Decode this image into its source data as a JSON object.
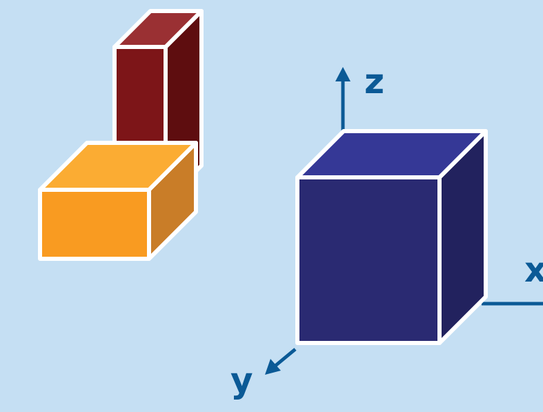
{
  "colors": {
    "background": "#c5dff3",
    "outline": "#ffffff",
    "axis": "#0b5a96",
    "red_box_front": "#7d1518",
    "red_box_top": "#9a3033",
    "red_box_side": "#5e0d0f",
    "orange_box_front": "#f99b21",
    "orange_box_top": "#fbac33",
    "orange_box_side": "#c97d28",
    "blue_cube_front": "#2a2a72",
    "blue_cube_top": "#353896",
    "blue_cube_side": "#22225e"
  },
  "axes": {
    "z_label": "z",
    "x_label": "x",
    "y_label": "y"
  },
  "icons": {
    "z_arrow": "arrow-up-icon",
    "y_arrow": "arrow-down-left-icon"
  }
}
